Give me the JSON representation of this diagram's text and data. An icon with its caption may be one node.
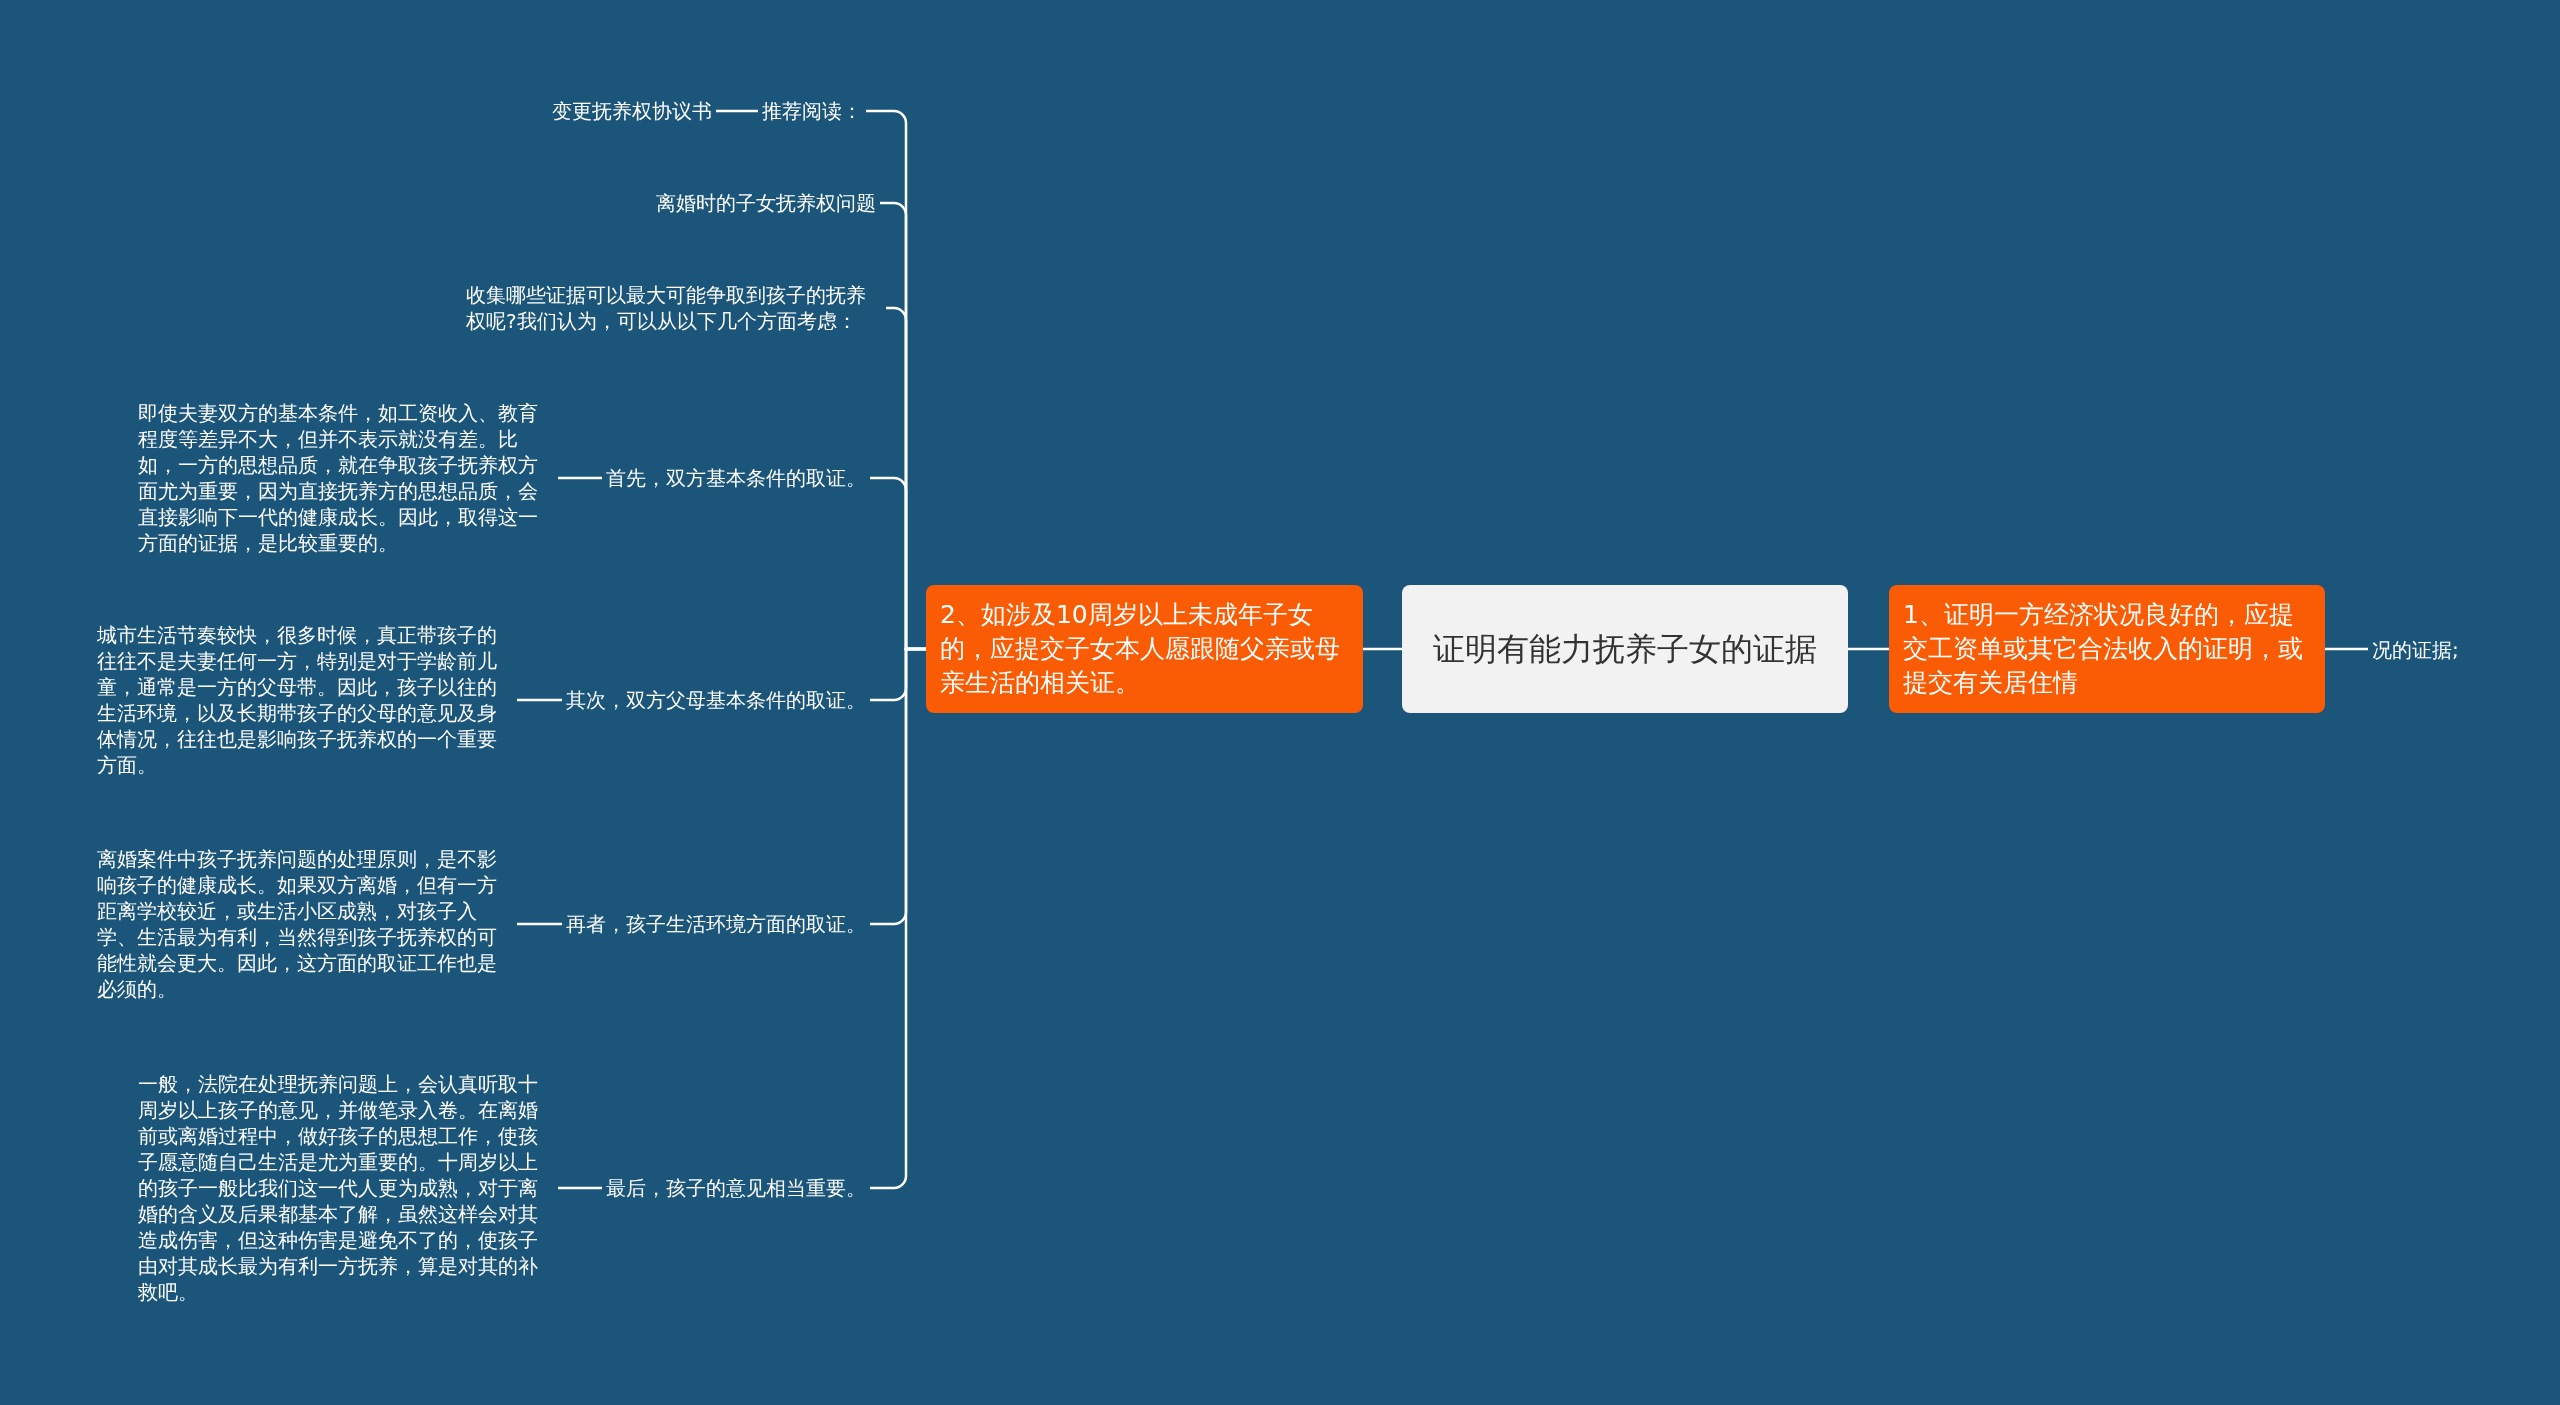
{
  "diagram": {
    "nodes": [
      {
        "text": [
          "证明有能力抚养子女的证据"
        ]
      },
      {
        "text": [
          "1、证明一方经济状况良好的，应提交工资单或其它合法收入的证明，或提交有关居住情"
        ]
      },
      {
        "text": [
          "况的证据;"
        ]
      },
      {
        "text": [
          "2、如涉及10周岁以上未成年子女的，应提交子女本人愿跟随父亲或母亲生活的相关证。"
        ]
      },
      {
        "text": [
          "推荐阅读："
        ]
      },
      {
        "text": [
          "变更抚养权协议书"
        ]
      },
      {
        "text": [
          "离婚时的子女抚养权问题"
        ]
      },
      {
        "text": [
          "收集哪些证据可以最大可能争取到孩子的抚养权呢?我们认为，可以从以下几个方面考虑："
        ]
      },
      {
        "text": [
          "首先，双方基本条件的取证。"
        ]
      },
      {
        "text": [
          "即使夫妻双方的基本条件，如工资收入、教育程度等差异不大，但并不表示就没有差。比如，一方的思想品质，就在争取孩子抚养权方面尤为重要，因为直接抚养方的思想品质，会直接影响下一代的健康成长。因此，取得这一方面的证据，是比较重要的。"
        ]
      },
      {
        "text": [
          "其次，双方父母基本条件的取证。"
        ]
      },
      {
        "text": [
          "城市生活节奏较快，很多时候，真正带孩子的往往不是夫妻任何一方，特别是对于学龄前儿童，通常是一方的父母带。因此，孩子以往的生活环境，以及长期带孩子的父母的意见及身体情况，往往也是影响孩子抚养权的一个重要方面。"
        ]
      },
      {
        "text": [
          "再者，孩子生活环境方面的取证。"
        ]
      },
      {
        "text": [
          "离婚案件中孩子抚养问题的处理原则，是不影响孩子的健康成长。如果双方离婚，但有一方距离学校较近，或生活小区成熟，对孩子入学、生活最为有利，当然得到孩子抚养权的可能性就会更大。因此，这方面的取证工作也是必须的。"
        ]
      },
      {
        "text": [
          "最后，孩子的意见相当重要。"
        ]
      },
      {
        "text": [
          "一般，法院在处理抚养问题上，会认真听取十周岁以上孩子的意见，并做笔录入卷。在离婚前或离婚过程中，做好孩子的思想工作，使孩子愿意随自己生活是尤为重要的。十周岁以上的孩子一般比我们这一代人更为成熟，对于离婚的含义及后果都基本了解，虽然这样会对其造成伤害，但这种伤害是避免不了的，使孩子由对其成长最为有利一方抚养，算是对其的补救吧。"
        ]
      }
    ],
    "edges": [
      {
        "from": 0,
        "to": 1,
        "arrow": "none"
      },
      {
        "from": 1,
        "to": 2,
        "arrow": "none"
      },
      {
        "from": 0,
        "to": 3,
        "arrow": "none"
      },
      {
        "from": 3,
        "to": 4,
        "arrow": "none"
      },
      {
        "from": 4,
        "to": 5,
        "arrow": "none"
      },
      {
        "from": 3,
        "to": 6,
        "arrow": "none"
      },
      {
        "from": 3,
        "to": 7,
        "arrow": "none"
      },
      {
        "from": 3,
        "to": 8,
        "arrow": "none"
      },
      {
        "from": 8,
        "to": 9,
        "arrow": "none"
      },
      {
        "from": 3,
        "to": 10,
        "arrow": "none"
      },
      {
        "from": 10,
        "to": 11,
        "arrow": "none"
      },
      {
        "from": 3,
        "to": 12,
        "arrow": "none"
      },
      {
        "from": 12,
        "to": 13,
        "arrow": "none"
      },
      {
        "from": 3,
        "to": 14,
        "arrow": "none"
      },
      {
        "from": 14,
        "to": 15,
        "arrow": "none"
      }
    ]
  }
}
